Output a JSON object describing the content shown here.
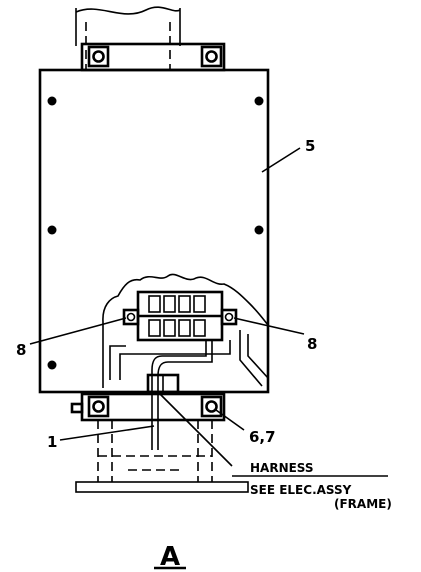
{
  "callouts": {
    "c5": "5",
    "c8_left": "8",
    "c8_right": "8",
    "c1": "1",
    "c67": "6,7"
  },
  "note": {
    "line1": "HARNESS",
    "line2": "SEE ELEC.ASSY",
    "line3": "(FRAME)"
  },
  "view_label": "A"
}
